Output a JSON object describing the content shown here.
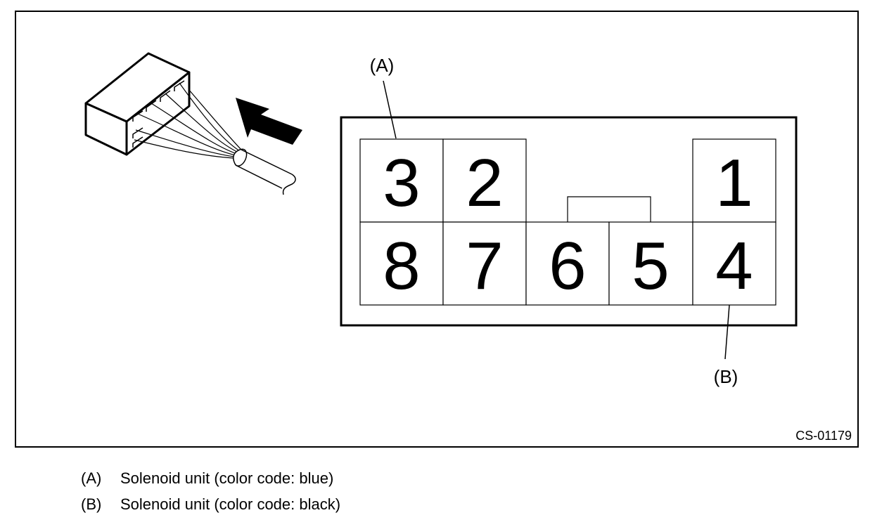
{
  "figure": {
    "id": "CS-01179",
    "callouts": {
      "a": "(A)",
      "b": "(B)"
    },
    "connector_top_row": [
      "3",
      "2",
      "",
      "1"
    ],
    "connector_bottom_row": [
      "8",
      "7",
      "6",
      "5",
      "4"
    ]
  },
  "legend": [
    {
      "tag": "(A)",
      "text": "Solenoid unit (color code: blue)"
    },
    {
      "tag": "(B)",
      "text": "Solenoid unit (color code: black)"
    }
  ]
}
